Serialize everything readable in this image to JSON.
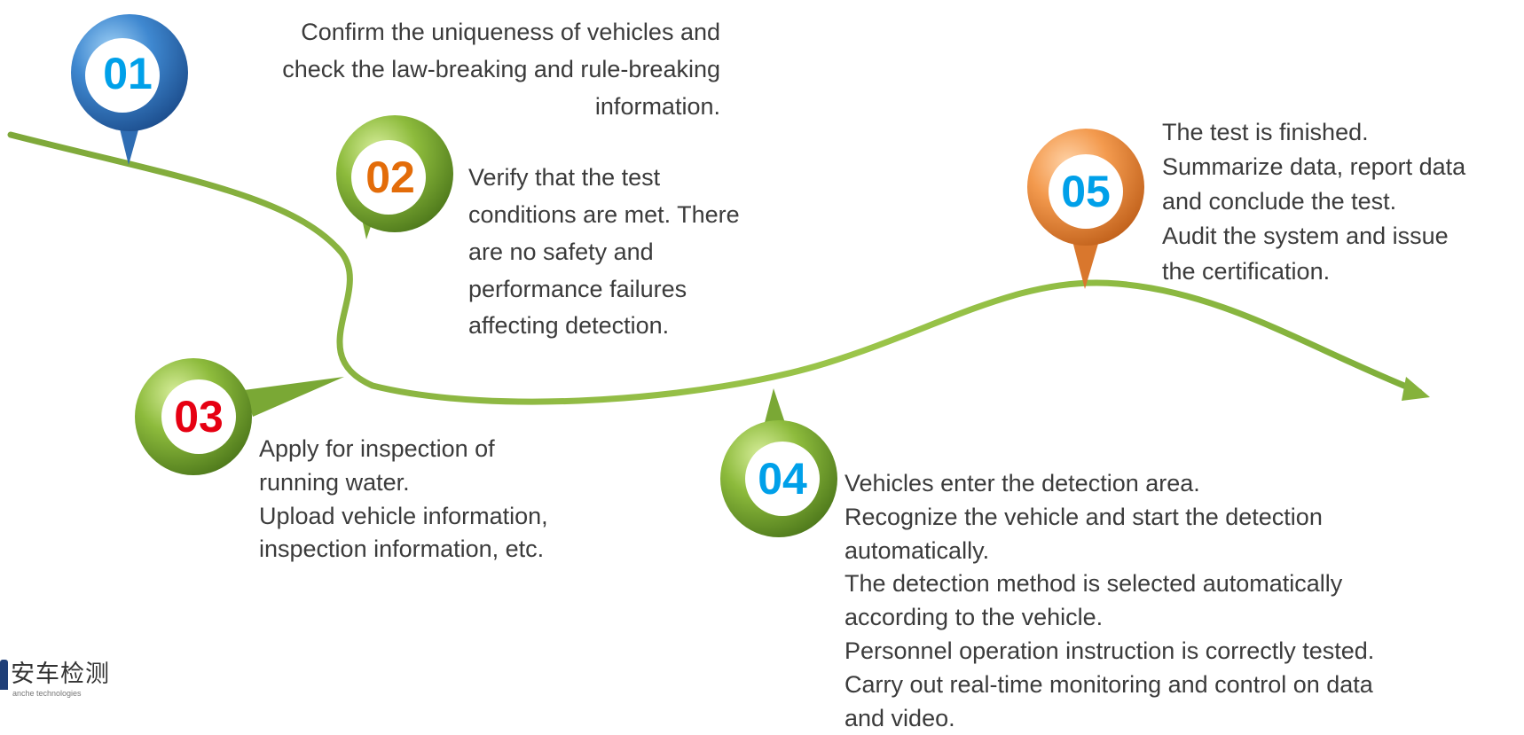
{
  "steps": [
    {
      "number": "01",
      "color": "#00a0e9",
      "pin": "blue",
      "text": "Confirm the uniqueness of vehicles and\ncheck the law-breaking and rule-breaking\ninformation."
    },
    {
      "number": "02",
      "color": "#e36c09",
      "pin": "green",
      "text": "Verify that the test\nconditions are met. There\nare no safety and\nperformance failures\naffecting detection."
    },
    {
      "number": "03",
      "color": "#e60012",
      "pin": "green",
      "text": "Apply for inspection of\nrunning water.\nUpload vehicle information,\ninspection information, etc."
    },
    {
      "number": "04",
      "color": "#00a0e9",
      "pin": "green",
      "text": "Vehicles enter the detection area.\nRecognize the vehicle and start the detection\nautomatically.\nThe detection method is selected automatically\naccording to the vehicle.\nPersonnel operation instruction is correctly tested.\nCarry out real-time monitoring and control on data\nand video."
    },
    {
      "number": "05",
      "color": "#00a0e9",
      "pin": "orange",
      "text": "The test is finished.\nSummarize data, report data\nand conclude the test.\nAudit the system and issue\nthe certification."
    }
  ],
  "logo": {
    "name_cn": "安车检测",
    "name_en": "anche technologies"
  },
  "colors": {
    "path": "#8cb542",
    "blue_pin": "#3f88d0",
    "green_pin": "#8dbb3c",
    "orange_pin": "#f39a4e"
  }
}
